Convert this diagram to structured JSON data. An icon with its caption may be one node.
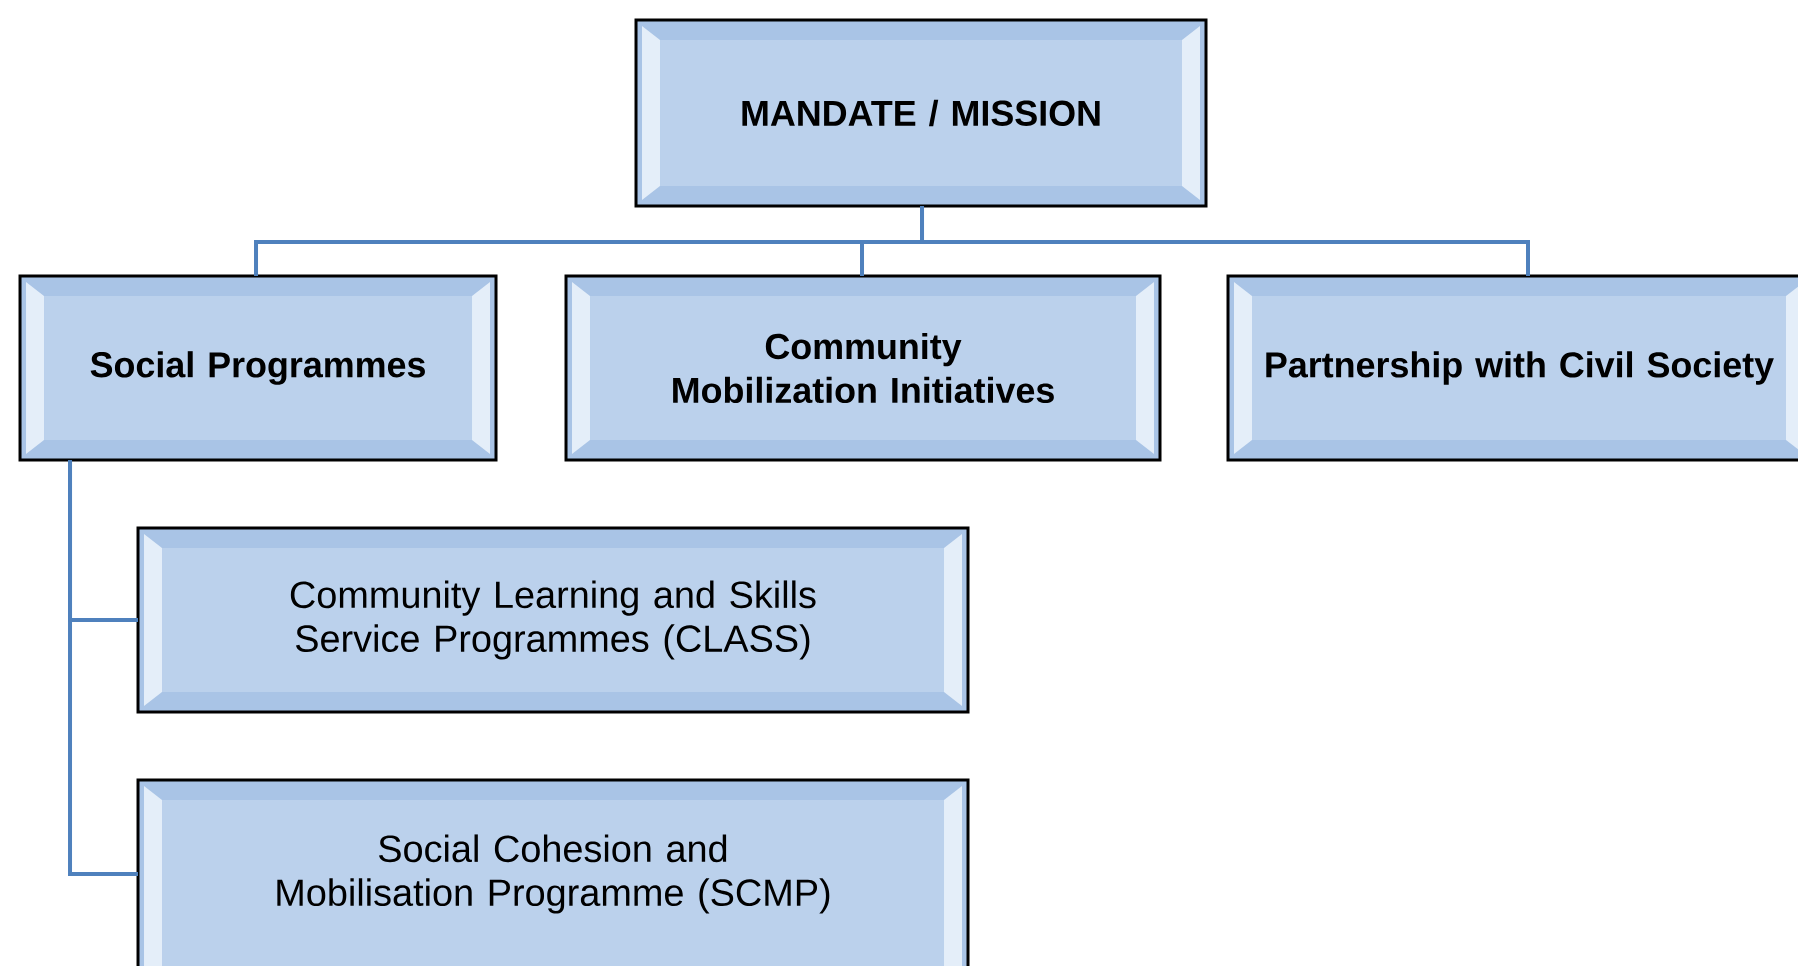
{
  "diagram": {
    "nodes": [
      {
        "text": [
          "MANDATE / MISSION"
        ]
      },
      {
        "text": [
          "Social Programmes"
        ]
      },
      {
        "text": [
          "Community Mobilization Initiatives"
        ]
      },
      {
        "text": [
          "Partnership with Civil Society"
        ]
      },
      {
        "text": [
          "Community Learning and Skills Service Programmes (CLASS)"
        ]
      },
      {
        "text": [
          "Social Cohesion and Mobilisation Programme (SCMP)"
        ]
      }
    ],
    "edges": [
      {
        "from": 0,
        "to": 1,
        "arrow": "none"
      },
      {
        "from": 0,
        "to": 2,
        "arrow": "none"
      },
      {
        "from": 0,
        "to": 3,
        "arrow": "none"
      },
      {
        "from": 1,
        "to": 4,
        "arrow": "none"
      },
      {
        "from": 1,
        "to": 5,
        "arrow": "none"
      }
    ]
  }
}
